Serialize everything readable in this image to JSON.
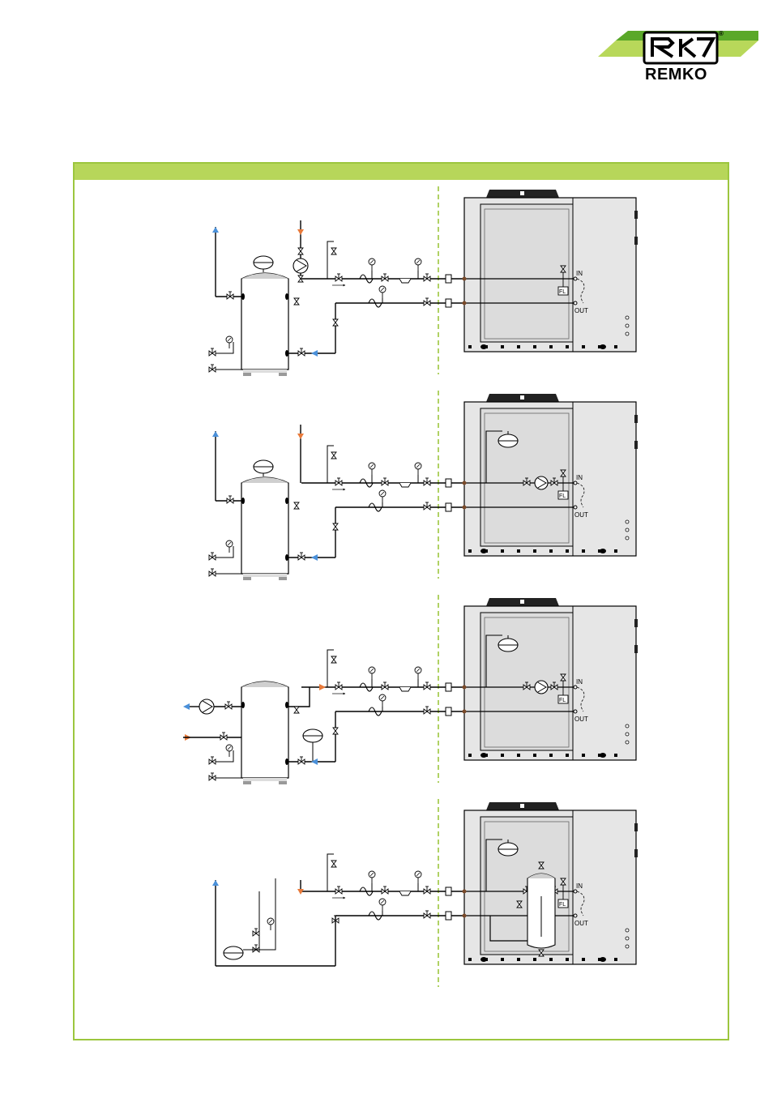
{
  "brand": {
    "name": "REMKO",
    "registered": "®",
    "green_light": "#b8d85a",
    "green_dark": "#5aa829"
  },
  "frame": {
    "header_color": "#b7d65a",
    "border_color": "#9cc63e"
  },
  "labels": {
    "in": "IN",
    "out": "OUT",
    "fl": "FL"
  },
  "colors": {
    "supply_arrow": "#e87a3a",
    "return_arrow": "#4a90d9",
    "unit_fill": "#e6e6e6",
    "tank_top": "#cfcfcf",
    "dash_line": "#9cc63e"
  },
  "diagrams": [
    {
      "variant": "buffer-tank-external-pump",
      "internal_pump": false,
      "internal_tank": false,
      "expansion_vessel_internal": false
    },
    {
      "variant": "buffer-tank-internal-pump",
      "internal_pump": true,
      "internal_tank": false,
      "expansion_vessel_internal": true
    },
    {
      "variant": "separation-tank-internal-pump",
      "internal_pump": true,
      "internal_tank": false,
      "expansion_vessel_internal": true
    },
    {
      "variant": "internal-buffer-tank",
      "internal_pump": true,
      "internal_tank": true,
      "expansion_vessel_internal": true
    }
  ]
}
